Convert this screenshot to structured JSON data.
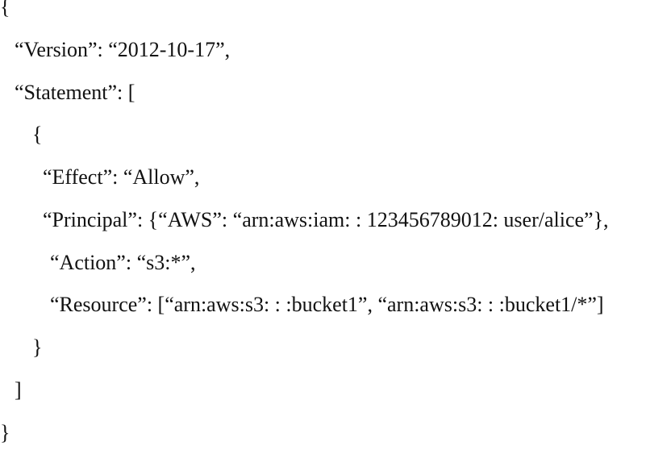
{
  "lines": [
    "{",
    "“Version”: “2012-10-17”,",
    "“Statement”: [",
    "{",
    "“Effect”: “Allow”,",
    "“Principal”: {“AWS”: “arn:aws:iam: : 123456789012: user/alice”},",
    "“Action”: “s3:*”,",
    "“Resource”: [“arn:aws:s3: : :bucket1”, “arn:aws:s3: : :bucket1/*”]",
    "}",
    "]",
    "}"
  ]
}
